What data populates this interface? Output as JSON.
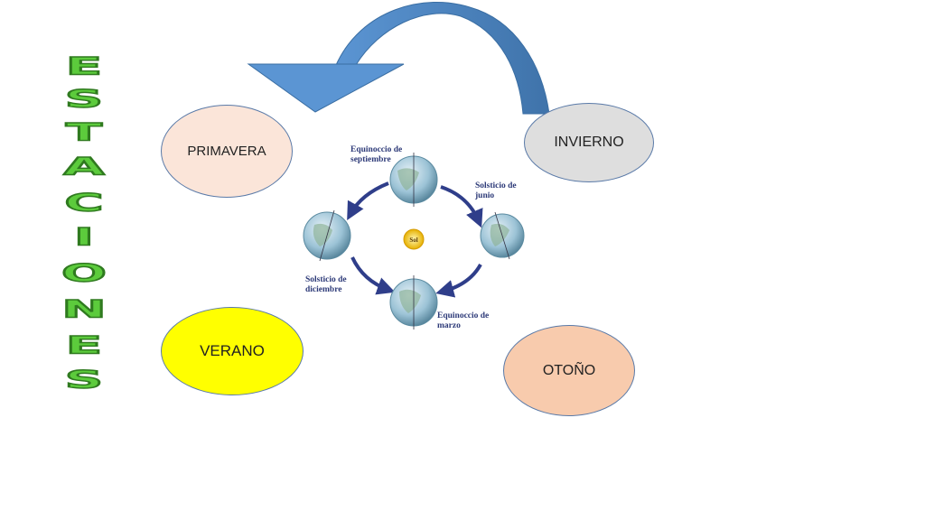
{
  "title": {
    "word": "ESTACIONES",
    "letters": [
      "E",
      "S",
      "T",
      "A",
      "C",
      "I",
      "O",
      "N",
      "E",
      "S"
    ]
  },
  "seasons": {
    "primavera": "PRIMAVERA",
    "invierno": "INVIERNO",
    "verano": "VERANO",
    "otono": "OTOÑO"
  },
  "orbit_diagram": {
    "sun_label": "Sol",
    "labels": {
      "sept": "Equinoccio de septiembre",
      "junio": "Solsticio de junio",
      "dic": "Solsticio de diciembre",
      "marzo": "Equinoccio de marzo"
    }
  },
  "colors": {
    "primavera": "#fbe5d9",
    "invierno": "#dedede",
    "verano": "#ffff00",
    "otono": "#f8cbad",
    "ellipse_border": "#5a7aa8",
    "arrow": "#4f88c7",
    "title": "#5ccb3c"
  }
}
